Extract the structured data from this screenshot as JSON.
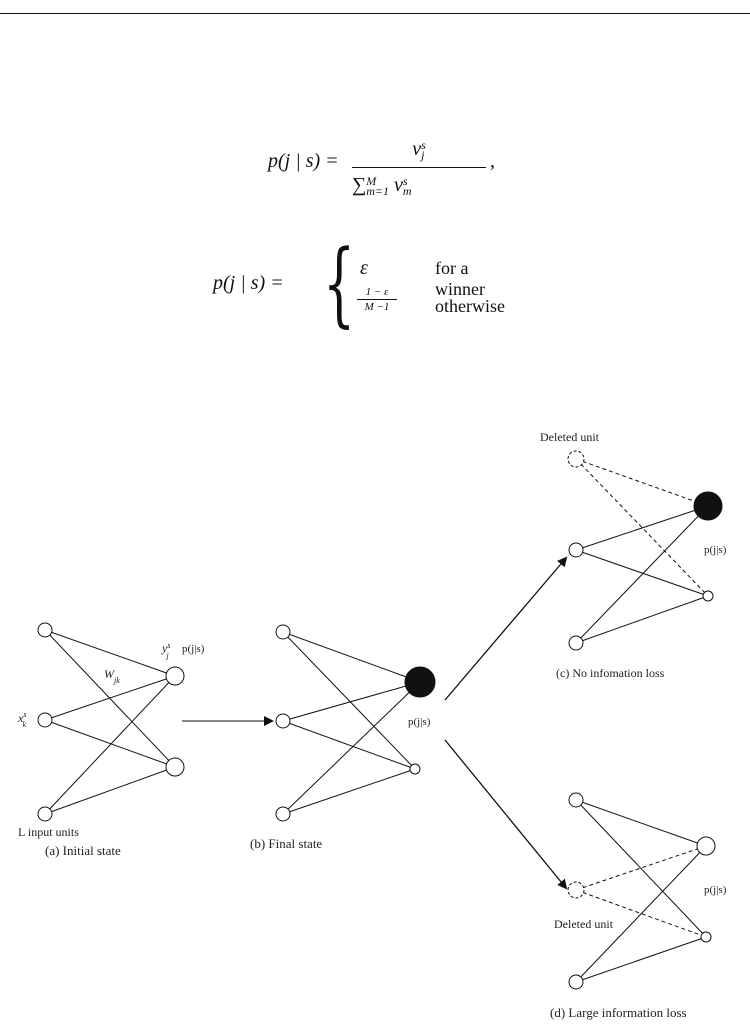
{
  "equations": {
    "eq1": {
      "lhs": "p(j | s) =",
      "numerator": "v",
      "numerator_sup": "s",
      "numerator_sub": "j",
      "den_sum": "∑",
      "den_sum_sup": "M",
      "den_sum_sub": "m=1",
      "den_var": "v",
      "den_var_sup": "s",
      "den_var_sub": "m",
      "trailing": ","
    },
    "eq2": {
      "lhs": "p(j | s) =",
      "case1_value": "ε",
      "case1_cond": "for a winner",
      "case2_num": "1 − ε",
      "case2_den": "M −1",
      "case2_cond": "otherwise"
    }
  },
  "figure": {
    "panel_a": {
      "input_label": "x",
      "input_sup": "s",
      "input_sub": "k",
      "weight_label": "W",
      "weight_sub": "jk",
      "output_label": "y",
      "output_sup": "s",
      "output_sub": "j",
      "prob_label": "p(j|s)",
      "units_label": "L input units",
      "caption": "(a) Initial state"
    },
    "panel_b": {
      "prob_label": "p(j|s)",
      "caption": "(b) Final state"
    },
    "panel_c": {
      "deleted_label": "Deleted unit",
      "prob_label": "p(j|s)",
      "caption": "(c)  No infomation loss"
    },
    "panel_d": {
      "deleted_label": "Deleted unit",
      "prob_label": "p(j|s)",
      "caption": "(d) Large information loss"
    }
  }
}
